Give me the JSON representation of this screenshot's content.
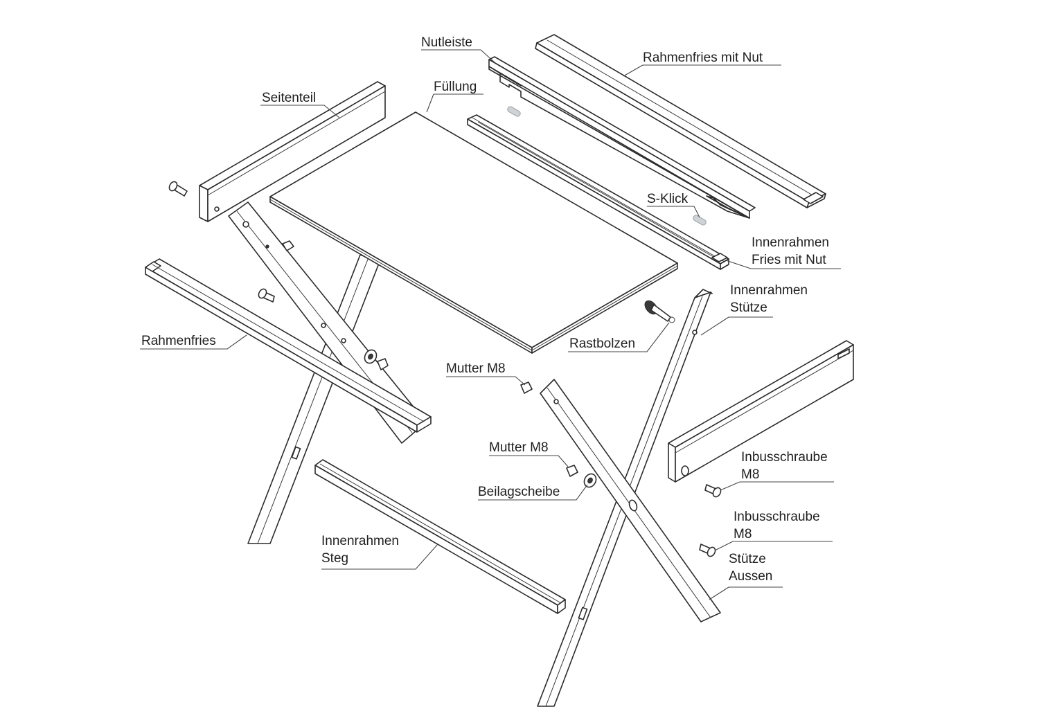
{
  "labels": {
    "nutleiste": "Nutleiste",
    "rahmenfries_mit_nut": "Rahmenfries mit Nut",
    "seitenteil": "Seitenteil",
    "fuellung": "Füllung",
    "s_klick": "S-Klick",
    "innenrahmen_fries_mit_nut": [
      "Innenrahmen",
      "Fries mit Nut"
    ],
    "innenrahmen_stuetze": [
      "Innenrahmen",
      "Stütze"
    ],
    "rastbolzen": "Rastbolzen",
    "rahmenfries": "Rahmenfries",
    "mutter_m8_top": "Mutter M8",
    "mutter_m8_bottom": "Mutter M8",
    "beilagscheibe": "Beilagscheibe",
    "inbusschraube_1": [
      "Inbusschraube",
      "M8"
    ],
    "inbusschraube_2": [
      "Inbusschraube",
      "M8"
    ],
    "stuetze_aussen": [
      "Stütze",
      "Aussen"
    ],
    "innenrahmen_steg": [
      "Innenrahmen",
      "Steg"
    ]
  }
}
